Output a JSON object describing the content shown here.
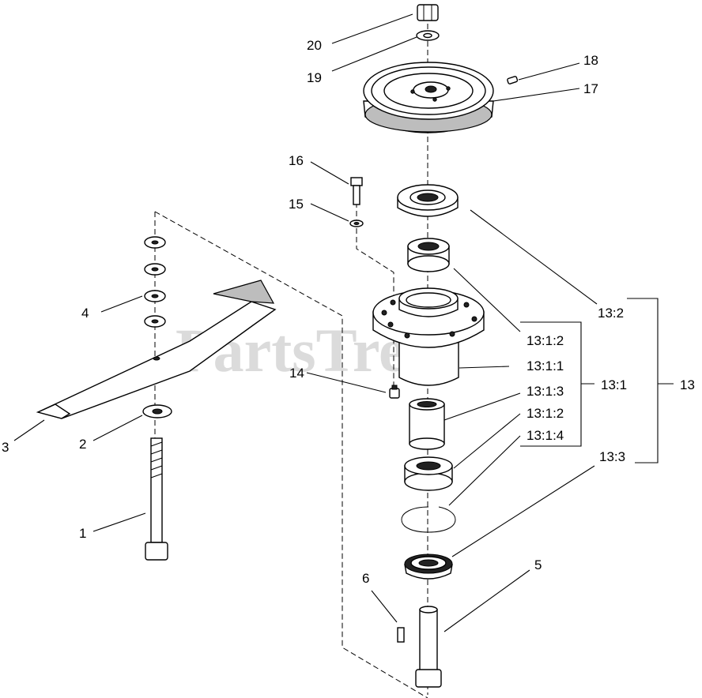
{
  "watermark": "PartsTree",
  "callouts": {
    "c1": "1",
    "c2": "2",
    "c3": "3",
    "c4": "4",
    "c5": "5",
    "c6": "6",
    "c13": "13",
    "c13_1": "13:1",
    "c13_2": "13:2",
    "c13_3": "13:3",
    "c13_1_1": "13:1:1",
    "c13_1_2a": "13:1:2",
    "c13_1_2b": "13:1:2",
    "c13_1_3": "13:1:3",
    "c13_1_4": "13:1:4",
    "c14": "14",
    "c15": "15",
    "c16": "16",
    "c17": "17",
    "c18": "18",
    "c19": "19",
    "c20": "20"
  }
}
